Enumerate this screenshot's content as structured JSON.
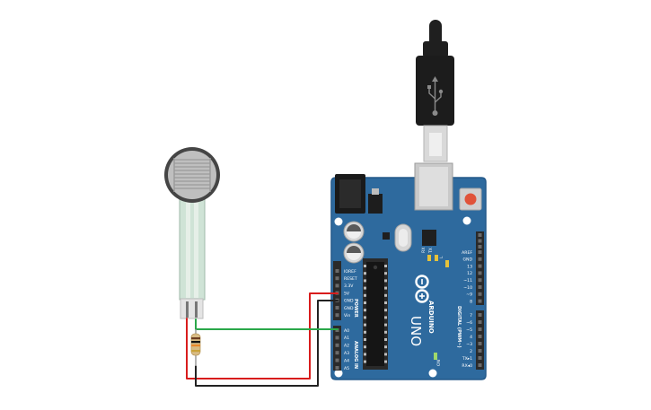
{
  "board": {
    "brand": "ARDUINO",
    "model": "UNO",
    "power_label": "POWER",
    "analog_label": "ANALOG IN",
    "digital_label": "DIGITAL (PWM~)",
    "on_label": "ON",
    "tx_label": "TX",
    "rx_label": "RX",
    "l_label": "L",
    "power_pins": [
      "IOREF",
      "RESET",
      "3.3V",
      "5V",
      "GND",
      "GND",
      "Vin"
    ],
    "analog_pins": [
      "A0",
      "A1",
      "A2",
      "A3",
      "A4",
      "A5"
    ],
    "digital_pins_top": [
      "AREF",
      "GND",
      "13",
      "12",
      "~11",
      "~10",
      "~9",
      "8"
    ],
    "digital_pins_bottom": [
      "7",
      "~6",
      "~5",
      "4",
      "~3",
      "2",
      "TX▸1",
      "RX◂0"
    ]
  },
  "colors": {
    "board": "#2e6a9e",
    "board_edge": "#24598a",
    "header": "#2a2a2a",
    "wire_red": "#d81c1c",
    "wire_black": "#222222",
    "wire_green": "#2aa84a",
    "usb_cable": "#1f1f1f",
    "reset_button": "#e0533a"
  }
}
